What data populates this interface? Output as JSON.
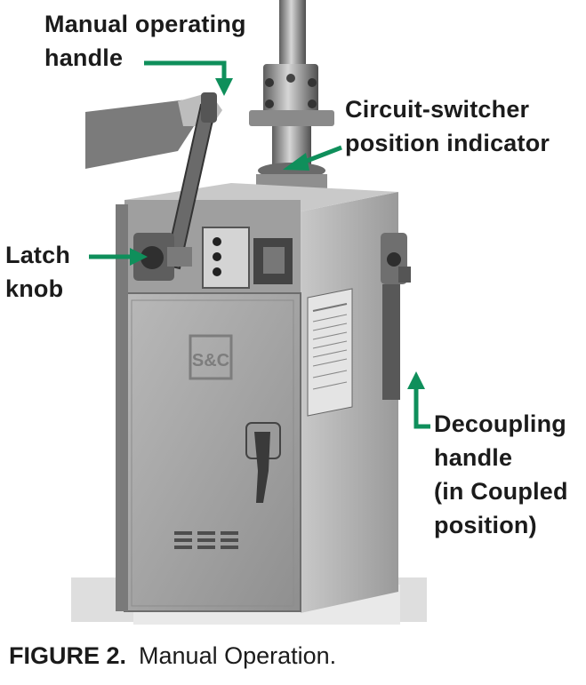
{
  "labels": {
    "manual_operating_handle": "Manual operating\nhandle",
    "circuit_switcher_indicator": "Circuit-switcher\nposition indicator",
    "latch_knob": "Latch\nknob",
    "decoupling_handle": "Decoupling\nhandle\n(in Coupled\nposition)"
  },
  "caption": {
    "figure_label": "FIGURE 2.",
    "title": "Manual Operation."
  },
  "colors": {
    "arrow": "#0f8f5b",
    "text": "#1b1b1b",
    "cabinet": "#a7a7a7"
  },
  "logo": {
    "text": "S&C"
  }
}
